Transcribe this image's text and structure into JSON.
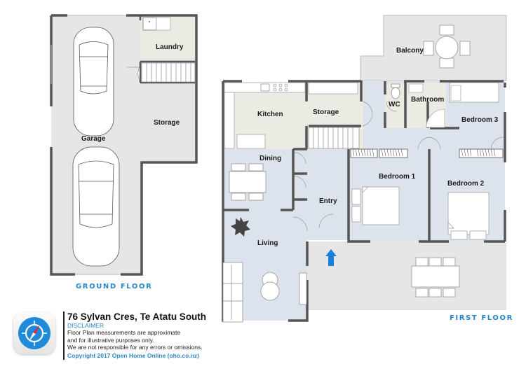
{
  "property": {
    "address": "76 Sylvan Cres, Te Atatu South"
  },
  "disclaimer": {
    "title": "DISCLAIMER",
    "lines": [
      "Floor Plan measurements are approximate",
      "and for illustrative purposes only.",
      "We are not responsible for any errors or omissions."
    ],
    "copyright": "Copyright  2017  Open Home Online (oho.co.nz)"
  },
  "logo": {
    "icon": "compass-icon"
  },
  "floors": {
    "ground": {
      "label": "GROUND FLOOR",
      "rooms": {
        "laundry": "Laundry",
        "storage": "Storage",
        "garage": "Garage"
      }
    },
    "first": {
      "label": "FIRST FLOOR",
      "rooms": {
        "balcony": "Balcony",
        "kitchen": "Kitchen",
        "storage": "Storage",
        "wc": "WC",
        "bathroom": "Bathroom",
        "bedroom3": "Bedroom 3",
        "dining": "Dining",
        "entry": "Entry",
        "bedroom1": "Bedroom 1",
        "bedroom2": "Bedroom 2",
        "living": "Living"
      }
    }
  },
  "colors": {
    "wall": "#555555",
    "garage_floor": "#e6e6e6",
    "laundry_floor": "#ebebe4",
    "bedroom_floor": "#dde3ec",
    "deck_floor": "#e6e6e6",
    "accent_blue": "#2a86c8",
    "entry_arrow": "#1a7fd6"
  }
}
